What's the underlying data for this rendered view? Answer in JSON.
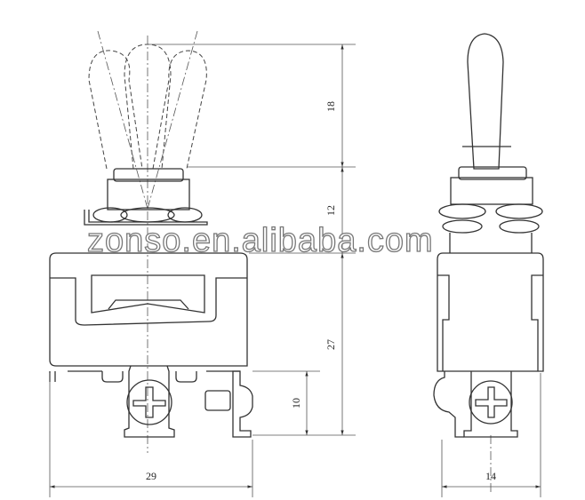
{
  "dimensions": {
    "lever_height": "18",
    "bushing_height": "12",
    "body_height": "27",
    "terminal_height": "10",
    "body_width": "29",
    "side_width": "14"
  },
  "watermark": "zonso.en.alibaba.com"
}
